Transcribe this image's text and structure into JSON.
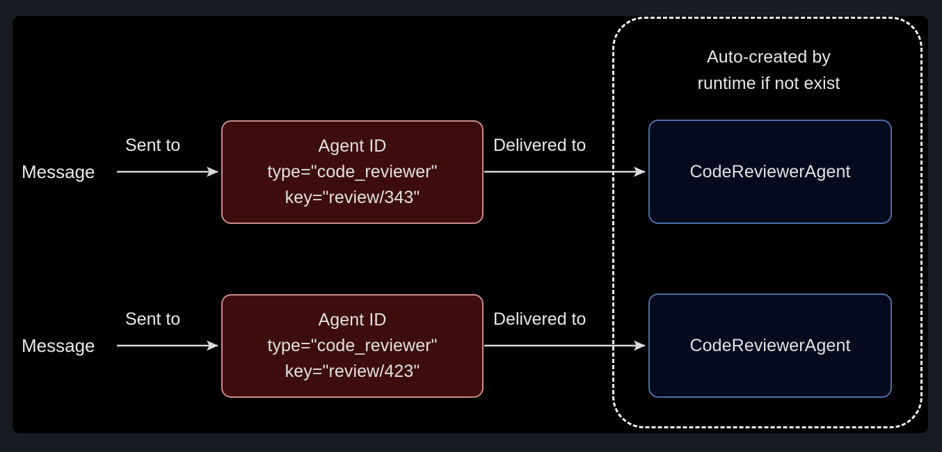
{
  "diagram": {
    "title_caption": "Auto-created by\nruntime if not exist",
    "colors": {
      "page_background": "#181c22",
      "canvas_background": "#000000",
      "agentid_fill": "#3d0d0d",
      "agentid_border": "#cb8c8c",
      "agent_fill": "#050a1e",
      "agent_border": "#4b6ea6",
      "text": "#e6e6e6",
      "arrow": "#d9d9d9",
      "dashed_border": "#f2f2f2"
    },
    "rows": [
      {
        "source_label": "Message",
        "edge1_label": "Sent to",
        "agent_id_box": "Agent ID\ntype=\"code_reviewer\"\nkey=\"review/343\"",
        "edge2_label": "Delivered to",
        "agent_box": "CodeReviewerAgent"
      },
      {
        "source_label": "Message",
        "edge1_label": "Sent to",
        "agent_id_box": "Agent ID\ntype=\"code_reviewer\"\nkey=\"review/423\"",
        "edge2_label": "Delivered to",
        "agent_box": "CodeReviewerAgent"
      }
    ]
  }
}
